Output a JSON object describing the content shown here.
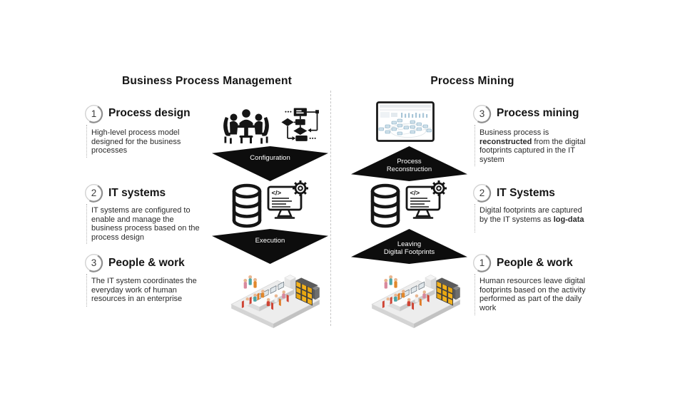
{
  "diagram": {
    "left": {
      "title": "Business Process Management",
      "items": [
        {
          "number": "1",
          "heading": "Process design",
          "description": "High-level process model\ndesigned for the business\nprocesses"
        },
        {
          "number": "2",
          "heading": "IT systems",
          "description": "IT systems are configured to\nenable and manage the\nbusiness process based on the\nprocess design"
        },
        {
          "number": "3",
          "heading": "People & work",
          "description": "The IT system coordinates the\neveryday work of human\nresources in an enterprise"
        }
      ],
      "arrows": [
        {
          "label": "Configuration",
          "direction": "down"
        },
        {
          "label": "Execution",
          "direction": "down"
        }
      ],
      "icons": [
        "meeting-icon",
        "flowchart-icon",
        "database-icon",
        "it-system-monitor-gear-icon",
        "office-scene"
      ]
    },
    "right": {
      "title": "Process Mining",
      "items": [
        {
          "number": "3",
          "heading": "Process mining",
          "description": "Business process is\n**reconstructed** from the digital\nfootprints captured in the IT\nsystem"
        },
        {
          "number": "2",
          "heading": "IT Systems",
          "description": "Digital footprints are captured\nby the IT systems as **log-data**"
        },
        {
          "number": "1",
          "heading": "People & work",
          "description": "Human resources leave digital\nfootprints based on the activity\nperformed as part of the daily\nwork"
        }
      ],
      "arrows": [
        {
          "label": "Process\nReconstruction",
          "direction": "up"
        },
        {
          "label": "Leaving\nDigital Footprints",
          "direction": "up"
        }
      ],
      "icons": [
        "process-mining-dashboard-icon",
        "database-icon",
        "it-system-monitor-gear-icon",
        "office-scene"
      ]
    },
    "colors": {
      "arrow_black": "#0d0d0d",
      "text": "#1f1f1f",
      "divider_dash": "#c6c6c6",
      "circle_ring": "#d2d2d2",
      "circle_arc": "#8f8f8f",
      "locker_yellow": "#f3b11b",
      "chair_red": "#cf4434",
      "chair_orange": "#e07b27",
      "dashboard_node_blue": "#cfe0ea"
    }
  }
}
